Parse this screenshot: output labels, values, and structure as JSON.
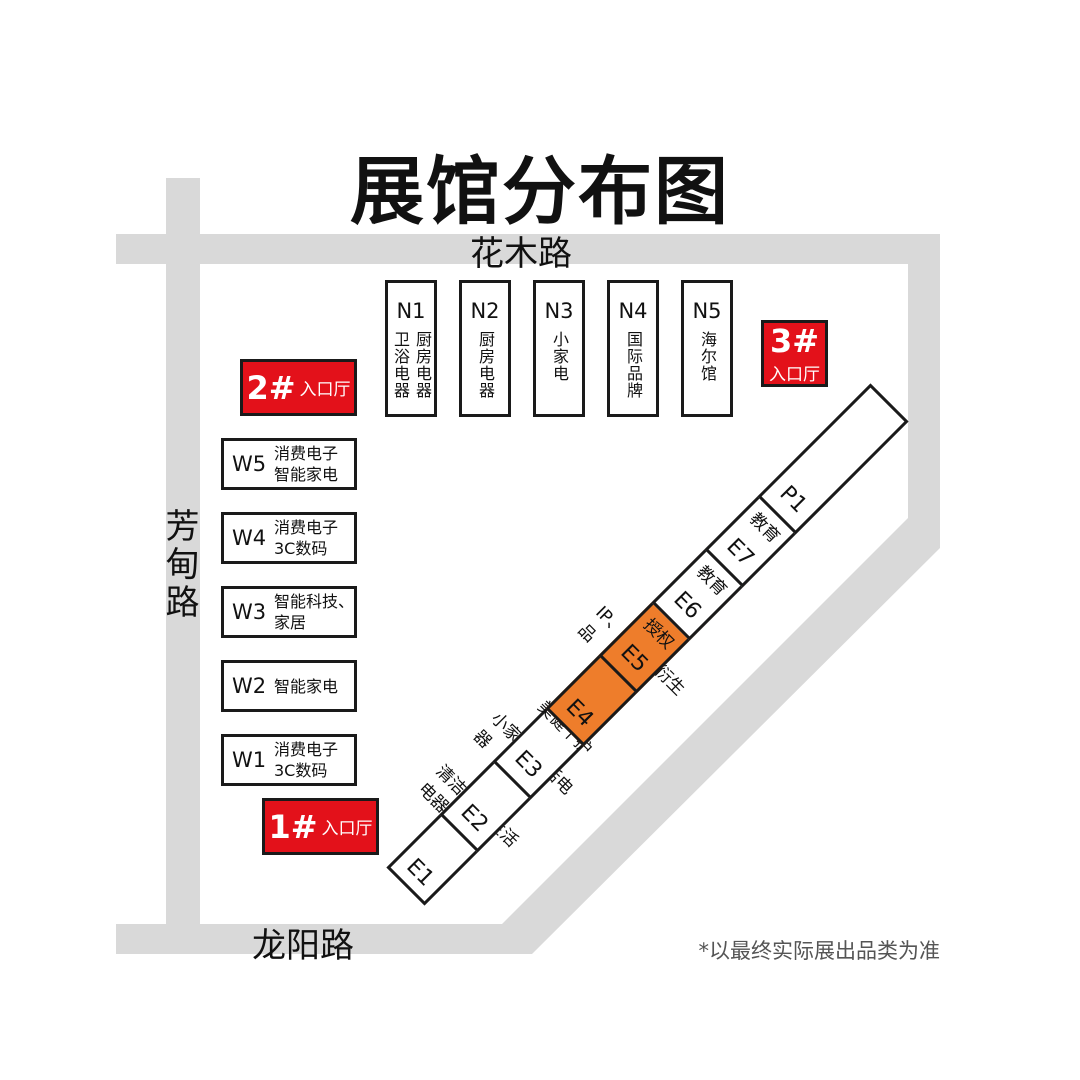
{
  "title": "展馆分布图",
  "roads": {
    "north": "花木路",
    "west": "芳甸路",
    "south": "龙阳路"
  },
  "north_halls": [
    {
      "code": "N1",
      "cols": [
        "卫浴电器",
        "厨房电器"
      ]
    },
    {
      "code": "N2",
      "cols": [
        "厨房电器"
      ]
    },
    {
      "code": "N3",
      "cols": [
        "小家电"
      ]
    },
    {
      "code": "N4",
      "cols": [
        "国际品牌"
      ]
    },
    {
      "code": "N5",
      "cols": [
        "海尔馆"
      ]
    }
  ],
  "west_halls": [
    {
      "code": "W5",
      "lines": [
        "消费电子",
        "智能家电"
      ]
    },
    {
      "code": "W4",
      "lines": [
        "消费电子",
        "3C数码"
      ]
    },
    {
      "code": "W3",
      "lines": [
        "智能科技、",
        "家居"
      ]
    },
    {
      "code": "W2",
      "lines": [
        "智能家电"
      ]
    },
    {
      "code": "W1",
      "lines": [
        "消费电子",
        "3C数码"
      ]
    }
  ],
  "east_halls": [
    {
      "code": "E1",
      "desc": "清洁电器 生活电器",
      "highlight": false
    },
    {
      "code": "E2",
      "desc": "小家电 生活电器",
      "highlight": false
    },
    {
      "code": "E3",
      "desc": "美健个护",
      "highlight": false
    },
    {
      "code": "E4",
      "desc": "IP、文创、衍生品",
      "highlight": true
    },
    {
      "code": "E5",
      "desc": "授权",
      "highlight": true
    },
    {
      "code": "E6",
      "desc": "教育",
      "highlight": false
    },
    {
      "code": "E7",
      "desc": "教育",
      "highlight": false
    },
    {
      "code": "P1",
      "desc": "",
      "highlight": false
    }
  ],
  "entrances": [
    {
      "num": "2#",
      "label": "入口厅"
    },
    {
      "num": "3#",
      "label": "入口厅"
    },
    {
      "num": "1#",
      "label": "入口厅"
    }
  ],
  "note": "*以最终实际展出品类为准",
  "colors": {
    "road": "#d9d9d9",
    "entrance": "#e3111a",
    "highlight": "#ee7d2b",
    "border": "#1a1a1a"
  }
}
